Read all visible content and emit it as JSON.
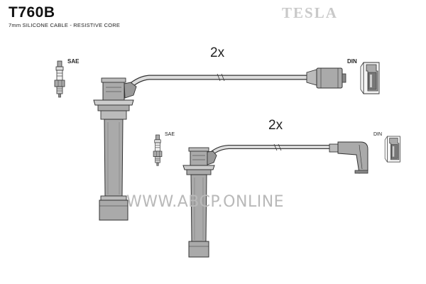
{
  "header": {
    "part_number": "T760B",
    "description": "7mm SILICONE CABLE - RESISTIVE CORE",
    "brand": "TESLA"
  },
  "watermark": "WWW.ABCP.ONLINE",
  "cables": [
    {
      "quantity": "2x",
      "plug_label": "SAE",
      "connector_label": "DIN"
    },
    {
      "quantity": "2x",
      "plug_label": "SAE",
      "connector_label": "DIN"
    }
  ],
  "colors": {
    "line": "#333333",
    "fill": "#aaaaaa",
    "fill_dark": "#8c8c8c",
    "fill_light": "#cfcfcf",
    "brand": "#c9c9c9",
    "watermark": "#b9b9b9"
  }
}
